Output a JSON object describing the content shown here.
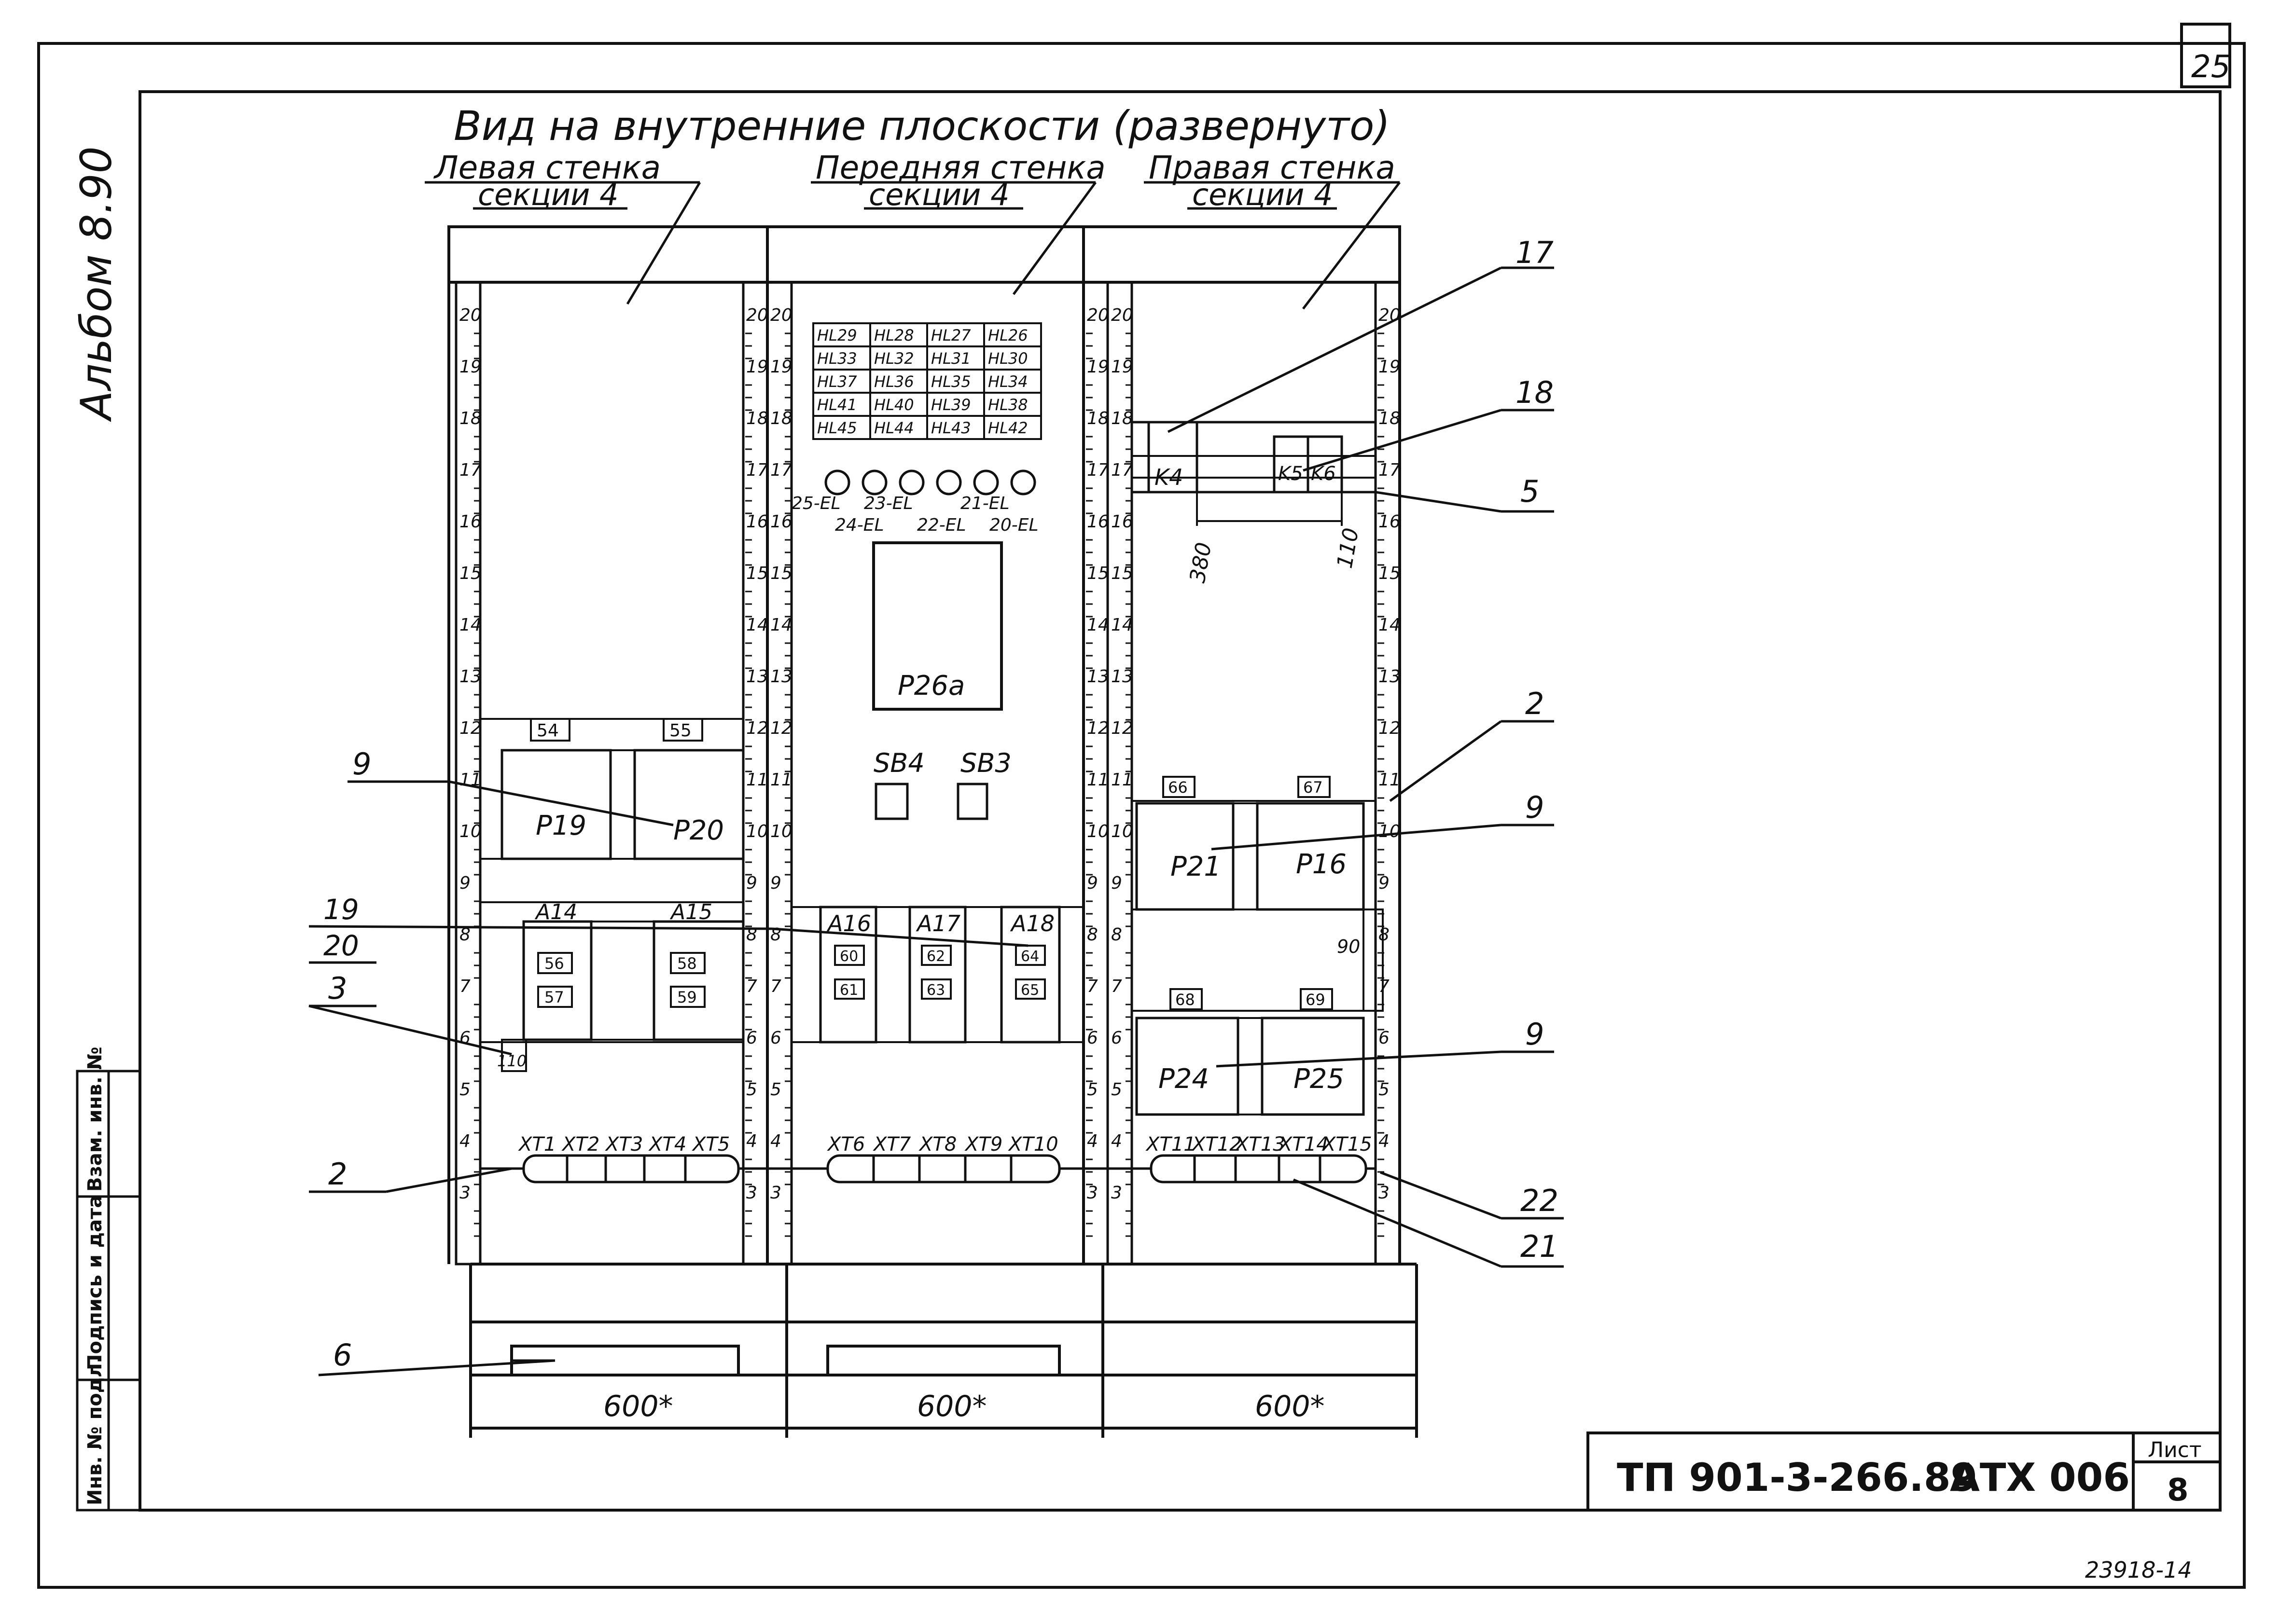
{
  "frame": {
    "sheet_corner_number": "25",
    "album_label": "Альбом 8.90",
    "bottom_right_code": "23918-14"
  },
  "title": {
    "main": "Вид на внутренние плоскости (развернуто)",
    "left_wall": "Левая стенка",
    "left_section": "секции 4",
    "front_wall": "Передняя стенка",
    "front_section": "секции 4",
    "right_wall": "Правая стенка",
    "right_section": "секции 4"
  },
  "stamp": {
    "doc_number": "ТП 901-3-266.89",
    "doc_code": "АТХ 006",
    "sheet_label": "Лист",
    "sheet_number": "8"
  },
  "side_stamp": {
    "inv_original": "Инв. № подл.",
    "sign_date": "Подпись и дата",
    "replaced": "Взам. инв. №"
  },
  "dimensions": {
    "left_width": "600*",
    "front_width": "600*",
    "right_width": "600*",
    "k_offset_1": "380",
    "k_offset_2": "110",
    "spacer_90": "90",
    "spacer_110": "110"
  },
  "scale_ticks": [
    "20",
    "19",
    "18",
    "17",
    "16",
    "15",
    "14",
    "13",
    "12",
    "11",
    "10",
    "9",
    "8",
    "7",
    "6",
    "5",
    "4",
    "3"
  ],
  "left_wall": {
    "labels_top": [
      "54",
      "55"
    ],
    "devices_upper": [
      "P19",
      "P20"
    ],
    "devices_mid": [
      "A14",
      "A15"
    ],
    "a14_boxes": [
      "56",
      "57"
    ],
    "a15_boxes": [
      "58",
      "59"
    ],
    "terminals": [
      "XT1",
      "XT2",
      "XT3",
      "XT4",
      "XT5"
    ]
  },
  "front_wall": {
    "lamps": [
      [
        "HL29",
        "HL28",
        "HL27",
        "HL26"
      ],
      [
        "HL33",
        "HL32",
        "HL31",
        "HL30"
      ],
      [
        "HL37",
        "HL36",
        "HL35",
        "HL34"
      ],
      [
        "HL41",
        "HL40",
        "HL39",
        "HL38"
      ],
      [
        "HL45",
        "HL44",
        "HL43",
        "HL42"
      ]
    ],
    "el_top": [
      "25-EL",
      "23-EL",
      "21-EL"
    ],
    "el_bottom": [
      "24-EL",
      "22-EL",
      "20-EL"
    ],
    "big_device": "P26a",
    "buttons": [
      "SB4",
      "SB3"
    ],
    "modules": [
      "A16",
      "A17",
      "A18"
    ],
    "a16_boxes": [
      "60",
      "61"
    ],
    "a17_boxes": [
      "62",
      "63"
    ],
    "a18_boxes": [
      "64",
      "65"
    ],
    "terminals": [
      "XT6",
      "XT7",
      "XT8",
      "XT9",
      "XT10"
    ]
  },
  "right_wall": {
    "relays": [
      "K4",
      "K5",
      "K6"
    ],
    "labels_upper": [
      "66",
      "67"
    ],
    "devices_upper": [
      "P21",
      "P16"
    ],
    "labels_lower": [
      "68",
      "69"
    ],
    "devices_lower": [
      "P24",
      "P25"
    ],
    "terminals": [
      "XT11",
      "XT12",
      "XT13",
      "XT14",
      "XT15"
    ]
  },
  "callouts": {
    "c17": "17",
    "c18": "18",
    "c5": "5",
    "c2_right": "2",
    "c9_right_a": "9",
    "c9_right_b": "9",
    "c22": "22",
    "c21": "21",
    "c9_left": "9",
    "c19": "19",
    "c20": "20",
    "c3": "3",
    "c2_left": "2",
    "c6": "6"
  }
}
